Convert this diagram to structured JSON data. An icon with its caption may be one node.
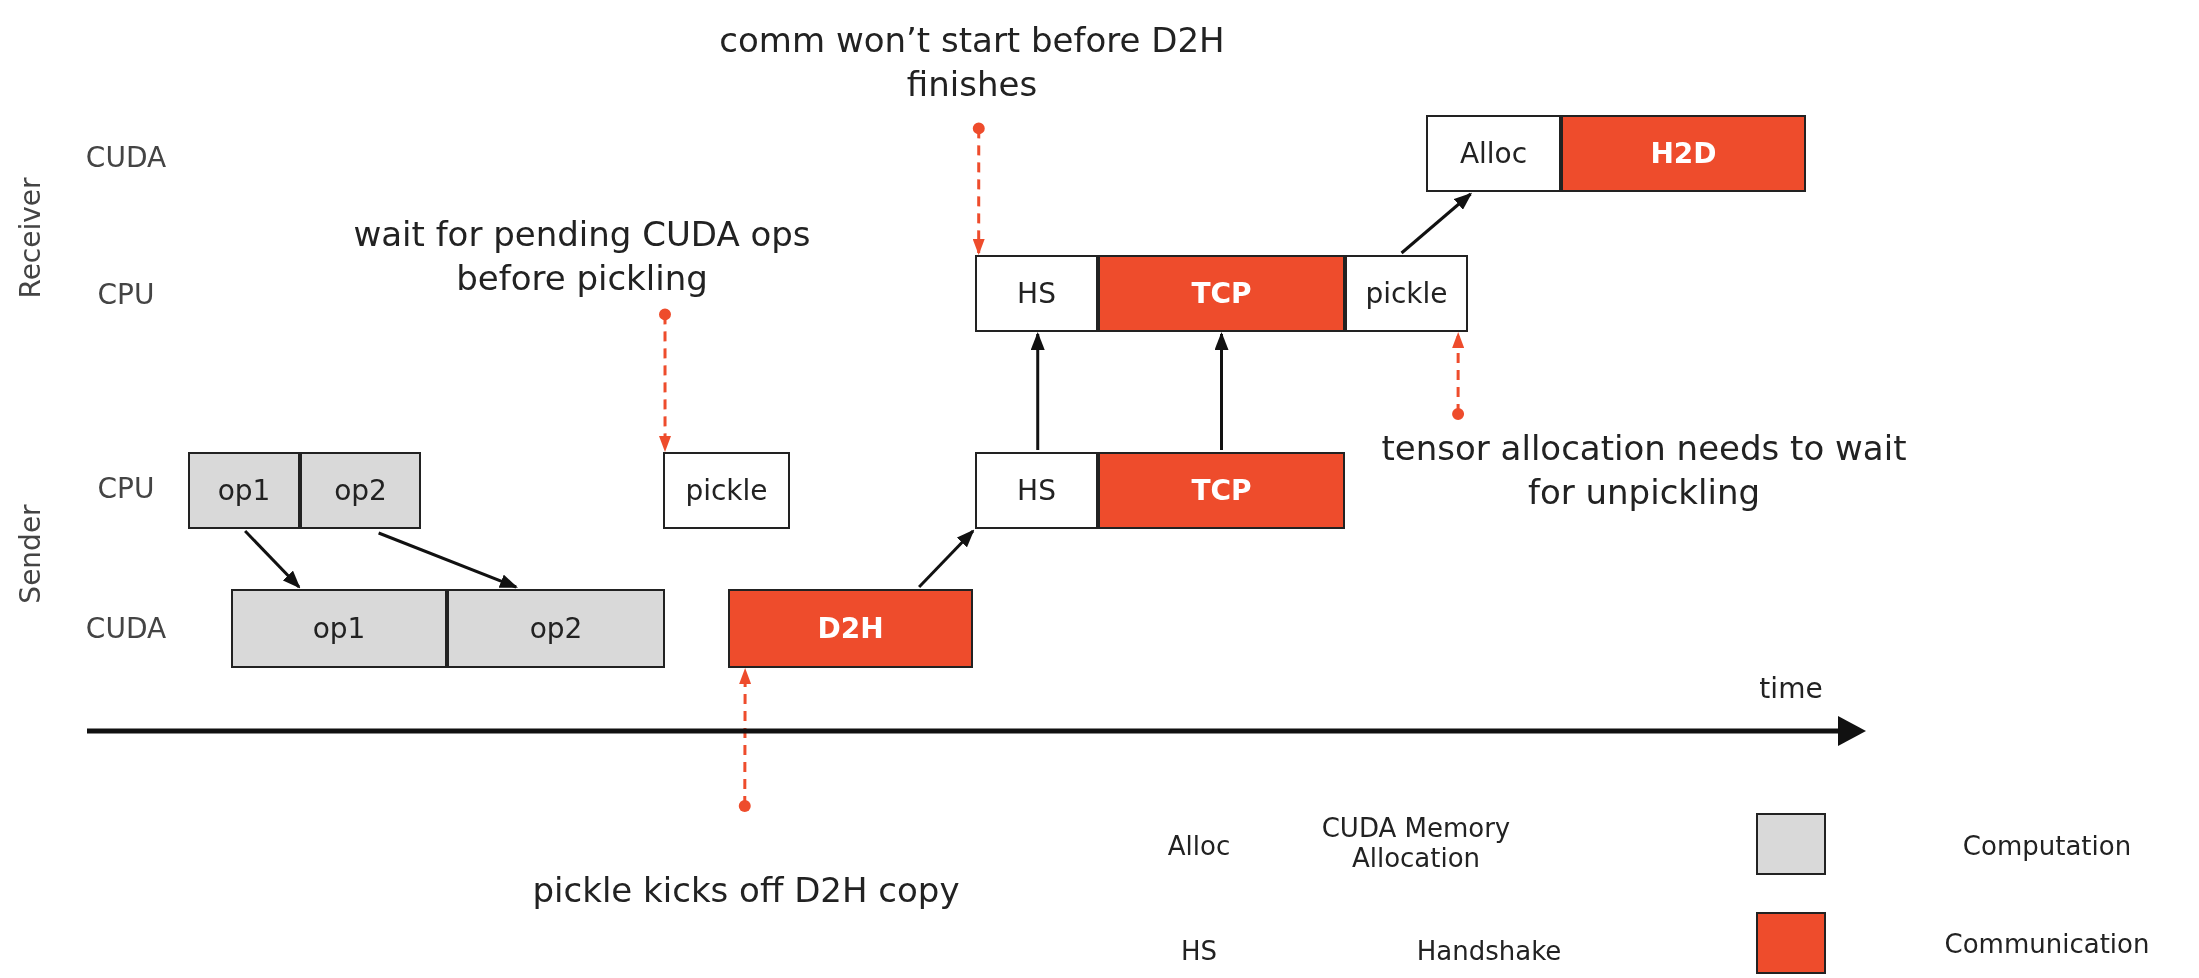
{
  "diagram": {
    "nodes": [
      {
        "text": [
          "comm won’t start before D2H finishes"
        ]
      },
      {
        "text": [
          "Alloc"
        ]
      },
      {
        "text": [
          "H2D"
        ]
      },
      {
        "text": [
          "wait for pending CUDA ops before pickling"
        ]
      },
      {
        "text": [
          "HS"
        ]
      },
      {
        "text": [
          "TCP"
        ]
      },
      {
        "text": [
          "pickle"
        ]
      },
      {
        "text": [
          "op1"
        ]
      },
      {
        "text": [
          "op2"
        ]
      },
      {
        "text": [
          "pickle"
        ]
      },
      {
        "text": [
          "HS"
        ]
      },
      {
        "text": [
          "TCP"
        ]
      },
      {
        "text": [
          "tensor allocation needs to wait for unpickling"
        ]
      },
      {
        "text": [
          "op1"
        ]
      },
      {
        "text": [
          "op2"
        ]
      },
      {
        "text": [
          "D2H"
        ]
      },
      {
        "text": [
          "pickle kicks off D2H copy"
        ]
      }
    ],
    "edges": [
      {
        "from": 0,
        "to": 4,
        "arrow": "to",
        "style": "dashed",
        "color": "#ee4c2c"
      },
      {
        "from": 3,
        "to": 9,
        "arrow": "to",
        "style": "dashed",
        "color": "#ee4c2c"
      },
      {
        "from": 12,
        "to": 6,
        "arrow": "to",
        "style": "dashed",
        "color": "#ee4c2c"
      },
      {
        "from": 16,
        "to": 15,
        "arrow": "to",
        "style": "dashed",
        "color": "#ee4c2c"
      },
      {
        "from": 7,
        "to": 13,
        "arrow": "to"
      },
      {
        "from": 8,
        "to": 14,
        "arrow": "to"
      },
      {
        "from": 15,
        "to": 10,
        "arrow": "to"
      },
      {
        "from": 10,
        "to": 4,
        "arrow": "to"
      },
      {
        "from": 11,
        "to": 5,
        "arrow": "to"
      },
      {
        "from": 6,
        "to": 1,
        "arrow": "to"
      }
    ],
    "labels": [
      "Receiver",
      "CUDA",
      "CPU",
      "CPU",
      "Sender",
      "CUDA",
      "time",
      "Alloc",
      "CUDA Memory Allocation",
      "HS",
      "Handshake"
    ],
    "legend": [
      {
        "text": "Computation",
        "color": "#d9d9d9"
      },
      {
        "text": "Communication",
        "color": "#ee4c2c"
      }
    ]
  }
}
